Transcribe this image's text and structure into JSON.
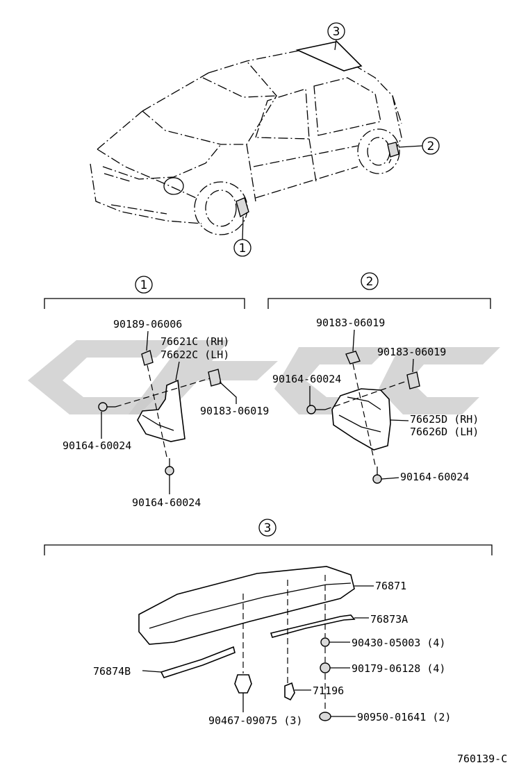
{
  "diagram": {
    "callouts": [
      "3",
      "2",
      "1"
    ],
    "section_headers": [
      "1",
      "2",
      "3"
    ],
    "section1": {
      "labels": [
        "90189-06006",
        "76621C (RH)",
        "76622C (LH)",
        "90183-06019",
        "90164-60024",
        "90164-60024"
      ]
    },
    "section2": {
      "labels": [
        "90183-06019",
        "90183-06019",
        "90164-60024",
        "76625D (RH)",
        "76626D (LH)",
        "90164-60024"
      ]
    },
    "section3": {
      "labels": [
        "76871",
        "76873A",
        "90430-05003 (4)",
        "90179-06128 (4)",
        "76874B",
        "71196",
        "90467-09075 (3)",
        "90950-01641 (2)"
      ]
    },
    "figure_code": "760139-C"
  }
}
